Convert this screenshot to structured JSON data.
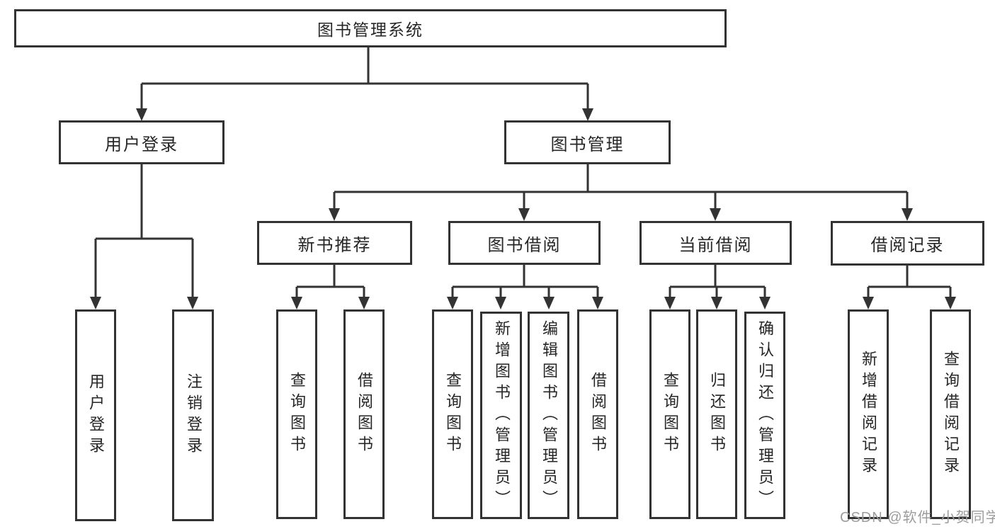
{
  "title": "图书管理系统",
  "watermark": "CSDN @软件_小贺同学",
  "colors": {
    "line": "#333333",
    "box_border": "#333333",
    "box_background": "#ffffff",
    "text": "#262626",
    "watermark": "#9c9c9c",
    "background": "#ffffff"
  },
  "hierarchy": {
    "root": "图书管理系统",
    "branches": [
      {
        "label": "用户登录",
        "children": [
          "用户登录",
          "注销登录"
        ]
      },
      {
        "label": "图书管理",
        "children": [
          {
            "label": "新书推荐",
            "children": [
              "查询图书",
              "借阅图书"
            ]
          },
          {
            "label": "图书借阅",
            "children": [
              "查询图书",
              "新增图书（管理员）",
              "编辑图书（管理员）",
              "借阅图书"
            ]
          },
          {
            "label": "当前借阅",
            "children": [
              "查询图书",
              "归还图书",
              "确认归还（管理员）"
            ]
          },
          {
            "label": "借阅记录",
            "children": [
              "新增借阅记录",
              "查询借阅记录"
            ]
          }
        ]
      }
    ]
  }
}
